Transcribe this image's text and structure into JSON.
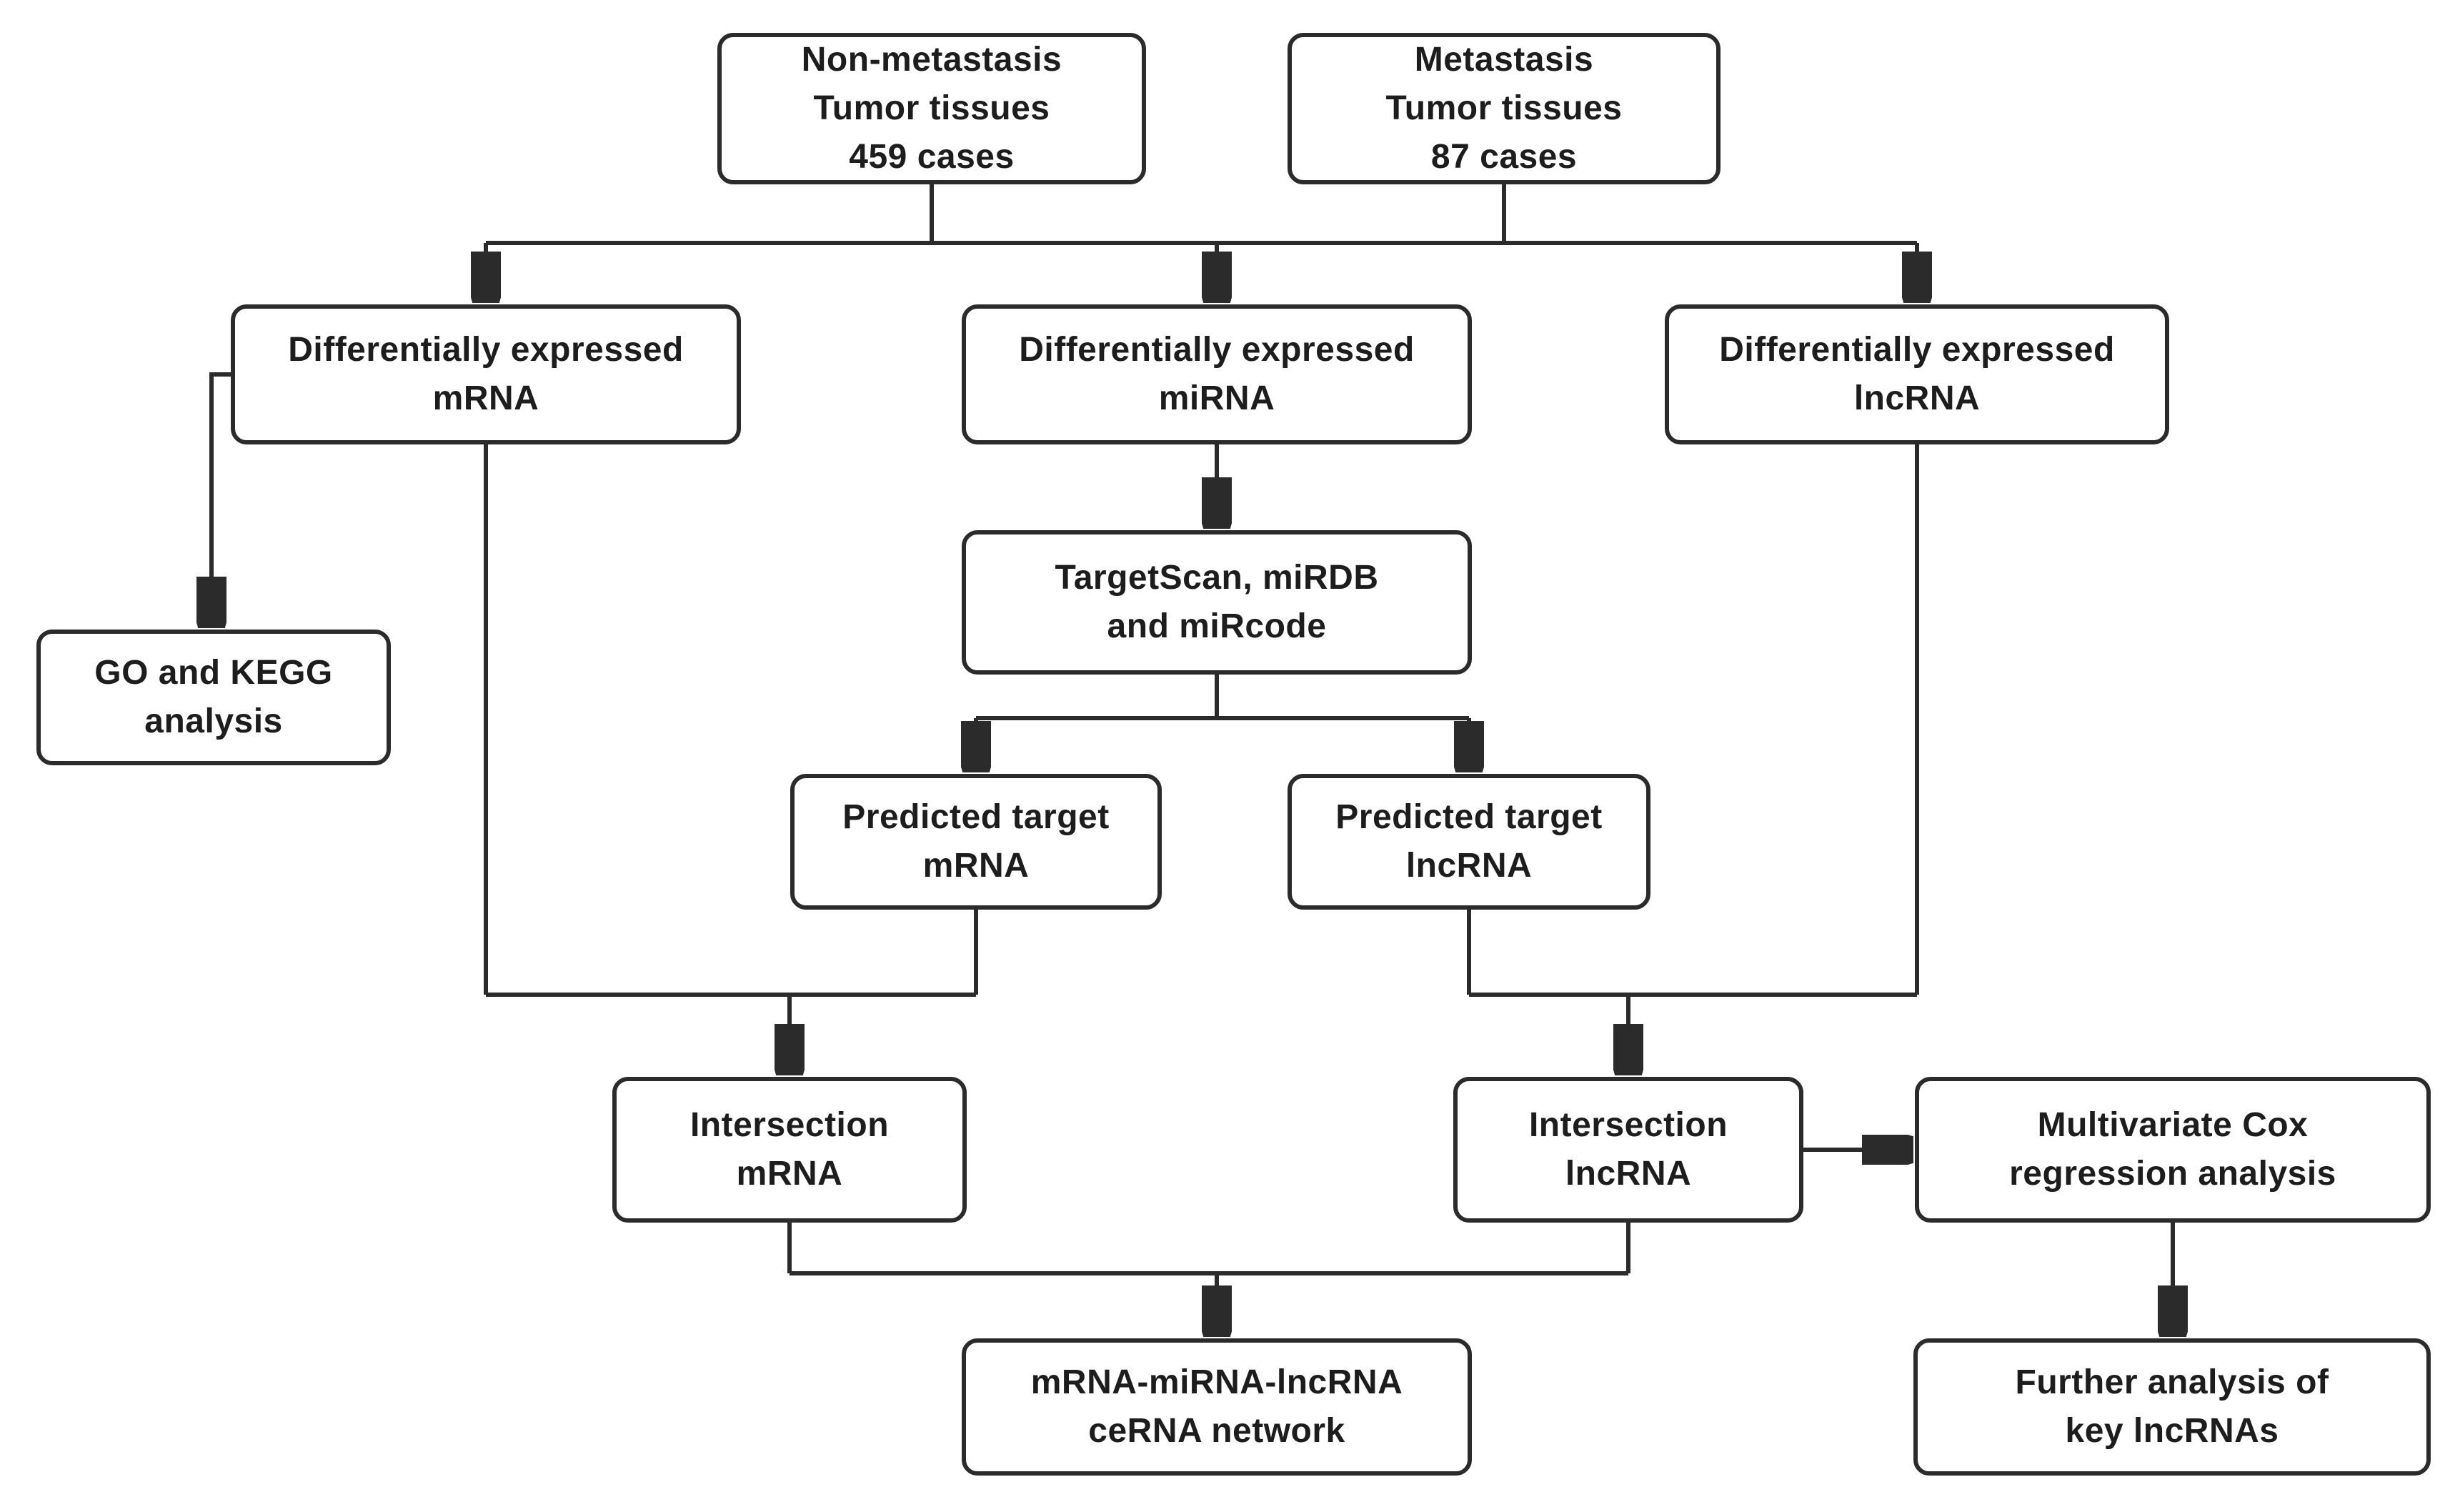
{
  "figure": {
    "type": "flowchart",
    "background_color": "#ffffff",
    "box_fill_color": "#ffffff",
    "box_border_color": "#2b2b2b",
    "line_color": "#2b2b2b",
    "text_color": "#1d1d1d",
    "case_counts": {
      "non_metastasis_cases": 459,
      "metastasis_cases": 87
    }
  },
  "nodes": [
    {
      "id": "non_metastasis",
      "label": "Non-metastasis\nTumor  tissues\n459 cases"
    },
    {
      "id": "metastasis",
      "label": "Metastasis\nTumor  tissues\n87 cases"
    },
    {
      "id": "diff_mrna",
      "label": "Differentially expressed\nmRNA"
    },
    {
      "id": "diff_mirna",
      "label": "Differentially expressed\nmiRNA"
    },
    {
      "id": "diff_lncrna",
      "label": "Differentially expressed\nlncRNA"
    },
    {
      "id": "go_kegg",
      "label": "GO and KEGG\nanalysis"
    },
    {
      "id": "targetscan",
      "label": "TargetScan, miRDB\nand miRcode"
    },
    {
      "id": "pred_mrna",
      "label": "Predicted target\nmRNA"
    },
    {
      "id": "pred_lncrna",
      "label": "Predicted target\nlncRNA"
    },
    {
      "id": "int_mrna",
      "label": "Intersection\nmRNA"
    },
    {
      "id": "int_lncrna",
      "label": "Intersection\nlncRNA"
    },
    {
      "id": "cox",
      "label": "Multivariate Cox\nregression analysis"
    },
    {
      "id": "cerna",
      "label": "mRNA-miRNA-lncRNA\nceRNA network"
    },
    {
      "id": "further",
      "label": "Further analysis of\nkey lncRNAs"
    }
  ],
  "edges": [
    {
      "from": "non_metastasis",
      "to": "diff_mrna"
    },
    {
      "from": "non_metastasis",
      "to": "diff_mirna"
    },
    {
      "from": "non_metastasis",
      "to": "diff_lncrna"
    },
    {
      "from": "metastasis",
      "to": "diff_mrna"
    },
    {
      "from": "metastasis",
      "to": "diff_mirna"
    },
    {
      "from": "metastasis",
      "to": "diff_lncrna"
    },
    {
      "from": "diff_mrna",
      "to": "go_kegg"
    },
    {
      "from": "diff_mirna",
      "to": "targetscan"
    },
    {
      "from": "targetscan",
      "to": "pred_mrna"
    },
    {
      "from": "targetscan",
      "to": "pred_lncrna"
    },
    {
      "from": "diff_mrna",
      "to": "int_mrna"
    },
    {
      "from": "pred_mrna",
      "to": "int_mrna"
    },
    {
      "from": "pred_lncrna",
      "to": "int_lncrna"
    },
    {
      "from": "diff_lncrna",
      "to": "int_lncrna"
    },
    {
      "from": "int_mrna",
      "to": "cerna"
    },
    {
      "from": "int_lncrna",
      "to": "cerna"
    },
    {
      "from": "int_lncrna",
      "to": "cox"
    },
    {
      "from": "cox",
      "to": "further"
    }
  ]
}
